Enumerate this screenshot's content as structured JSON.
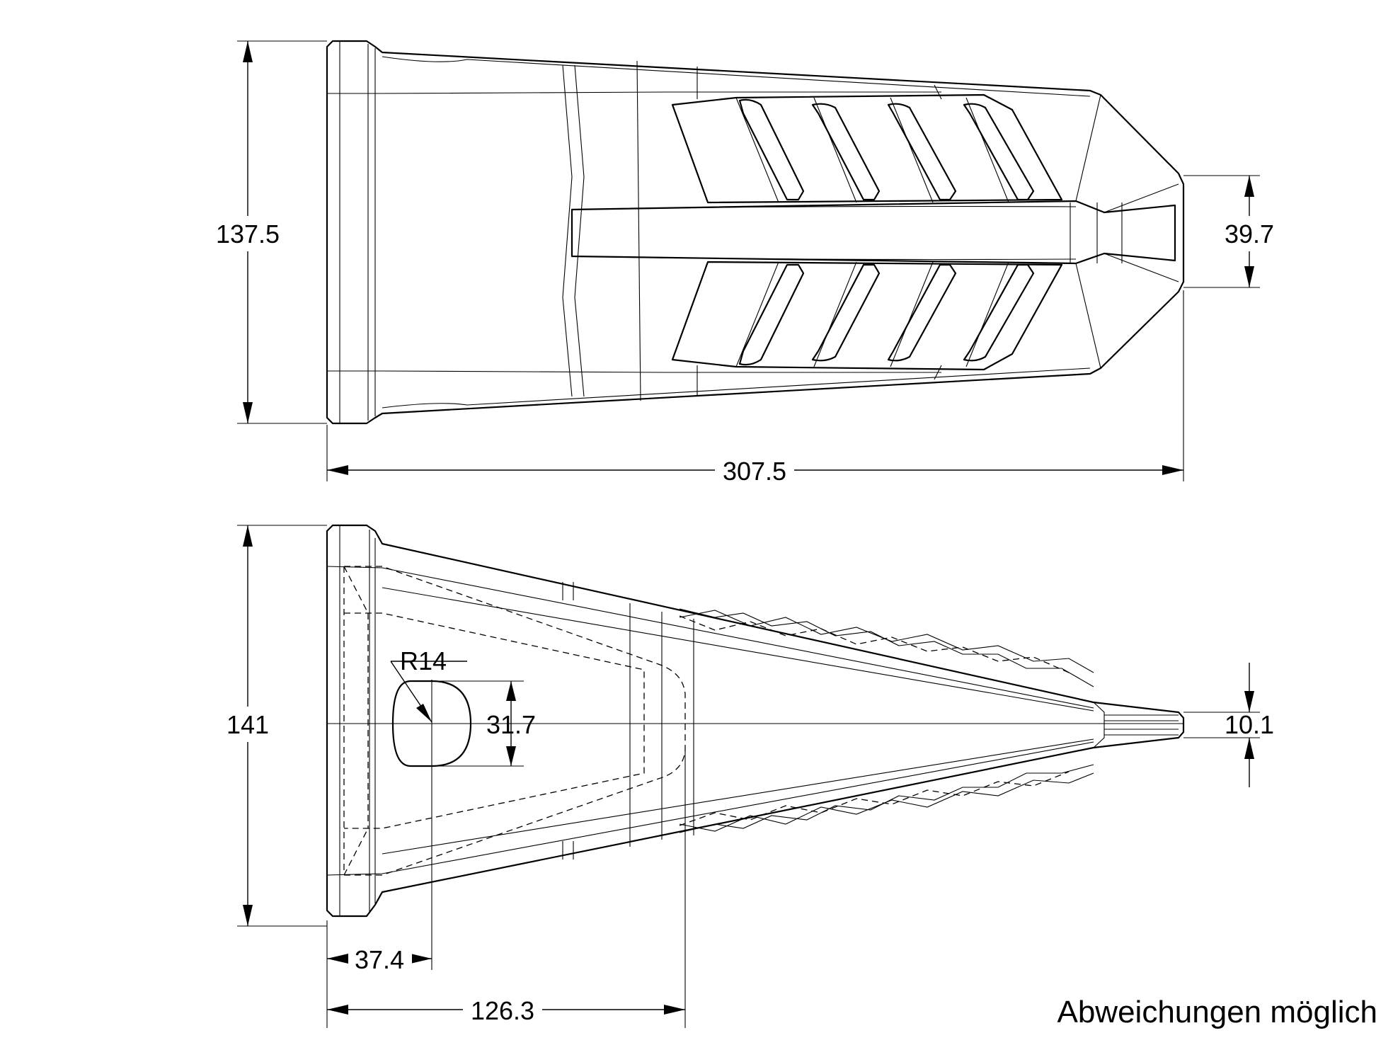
{
  "top_view": {
    "height_dim": "137.5",
    "tip_dim": "39.7",
    "length_dim": "307.5"
  },
  "side_view": {
    "height_dim": "141",
    "radius_dim": "R14",
    "hole_dim": "31.7",
    "tip_dim": "10.1",
    "hole_pos_dim": "37.4",
    "pocket_depth_dim": "126.3"
  },
  "note": "Abweichungen möglich"
}
